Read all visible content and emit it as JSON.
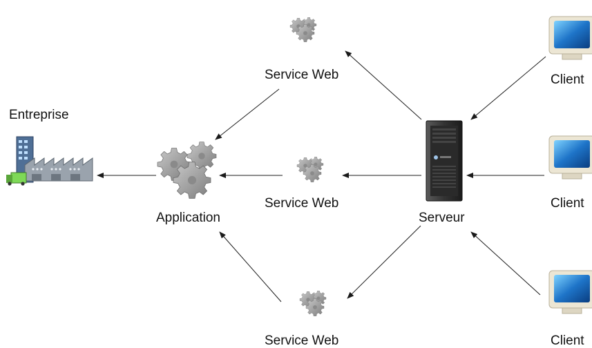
{
  "nodes": {
    "entreprise": {
      "label": "Entreprise"
    },
    "application": {
      "label": "Application"
    },
    "service_web_top": {
      "label": "Service Web"
    },
    "service_web_mid": {
      "label": "Service Web"
    },
    "service_web_bottom": {
      "label": "Service Web"
    },
    "serveur": {
      "label": "Serveur"
    },
    "client_top": {
      "label": "Client"
    },
    "client_mid": {
      "label": "Client"
    },
    "client_bottom": {
      "label": "Client"
    }
  },
  "edges": [
    {
      "from": "client_top",
      "to": "serveur"
    },
    {
      "from": "client_mid",
      "to": "serveur"
    },
    {
      "from": "client_bottom",
      "to": "serveur"
    },
    {
      "from": "serveur",
      "to": "service_web_top"
    },
    {
      "from": "serveur",
      "to": "service_web_mid"
    },
    {
      "from": "serveur",
      "to": "service_web_bottom"
    },
    {
      "from": "service_web_top",
      "to": "application"
    },
    {
      "from": "service_web_mid",
      "to": "application"
    },
    {
      "from": "service_web_bottom",
      "to": "application"
    },
    {
      "from": "application",
      "to": "entreprise"
    }
  ],
  "colors": {
    "gear": "#9a9a9a",
    "monitor_body": "#ece6d4",
    "monitor_screen": "#1e74c8",
    "server": "#3c3c3c",
    "arrow": "#1a1a1a"
  }
}
